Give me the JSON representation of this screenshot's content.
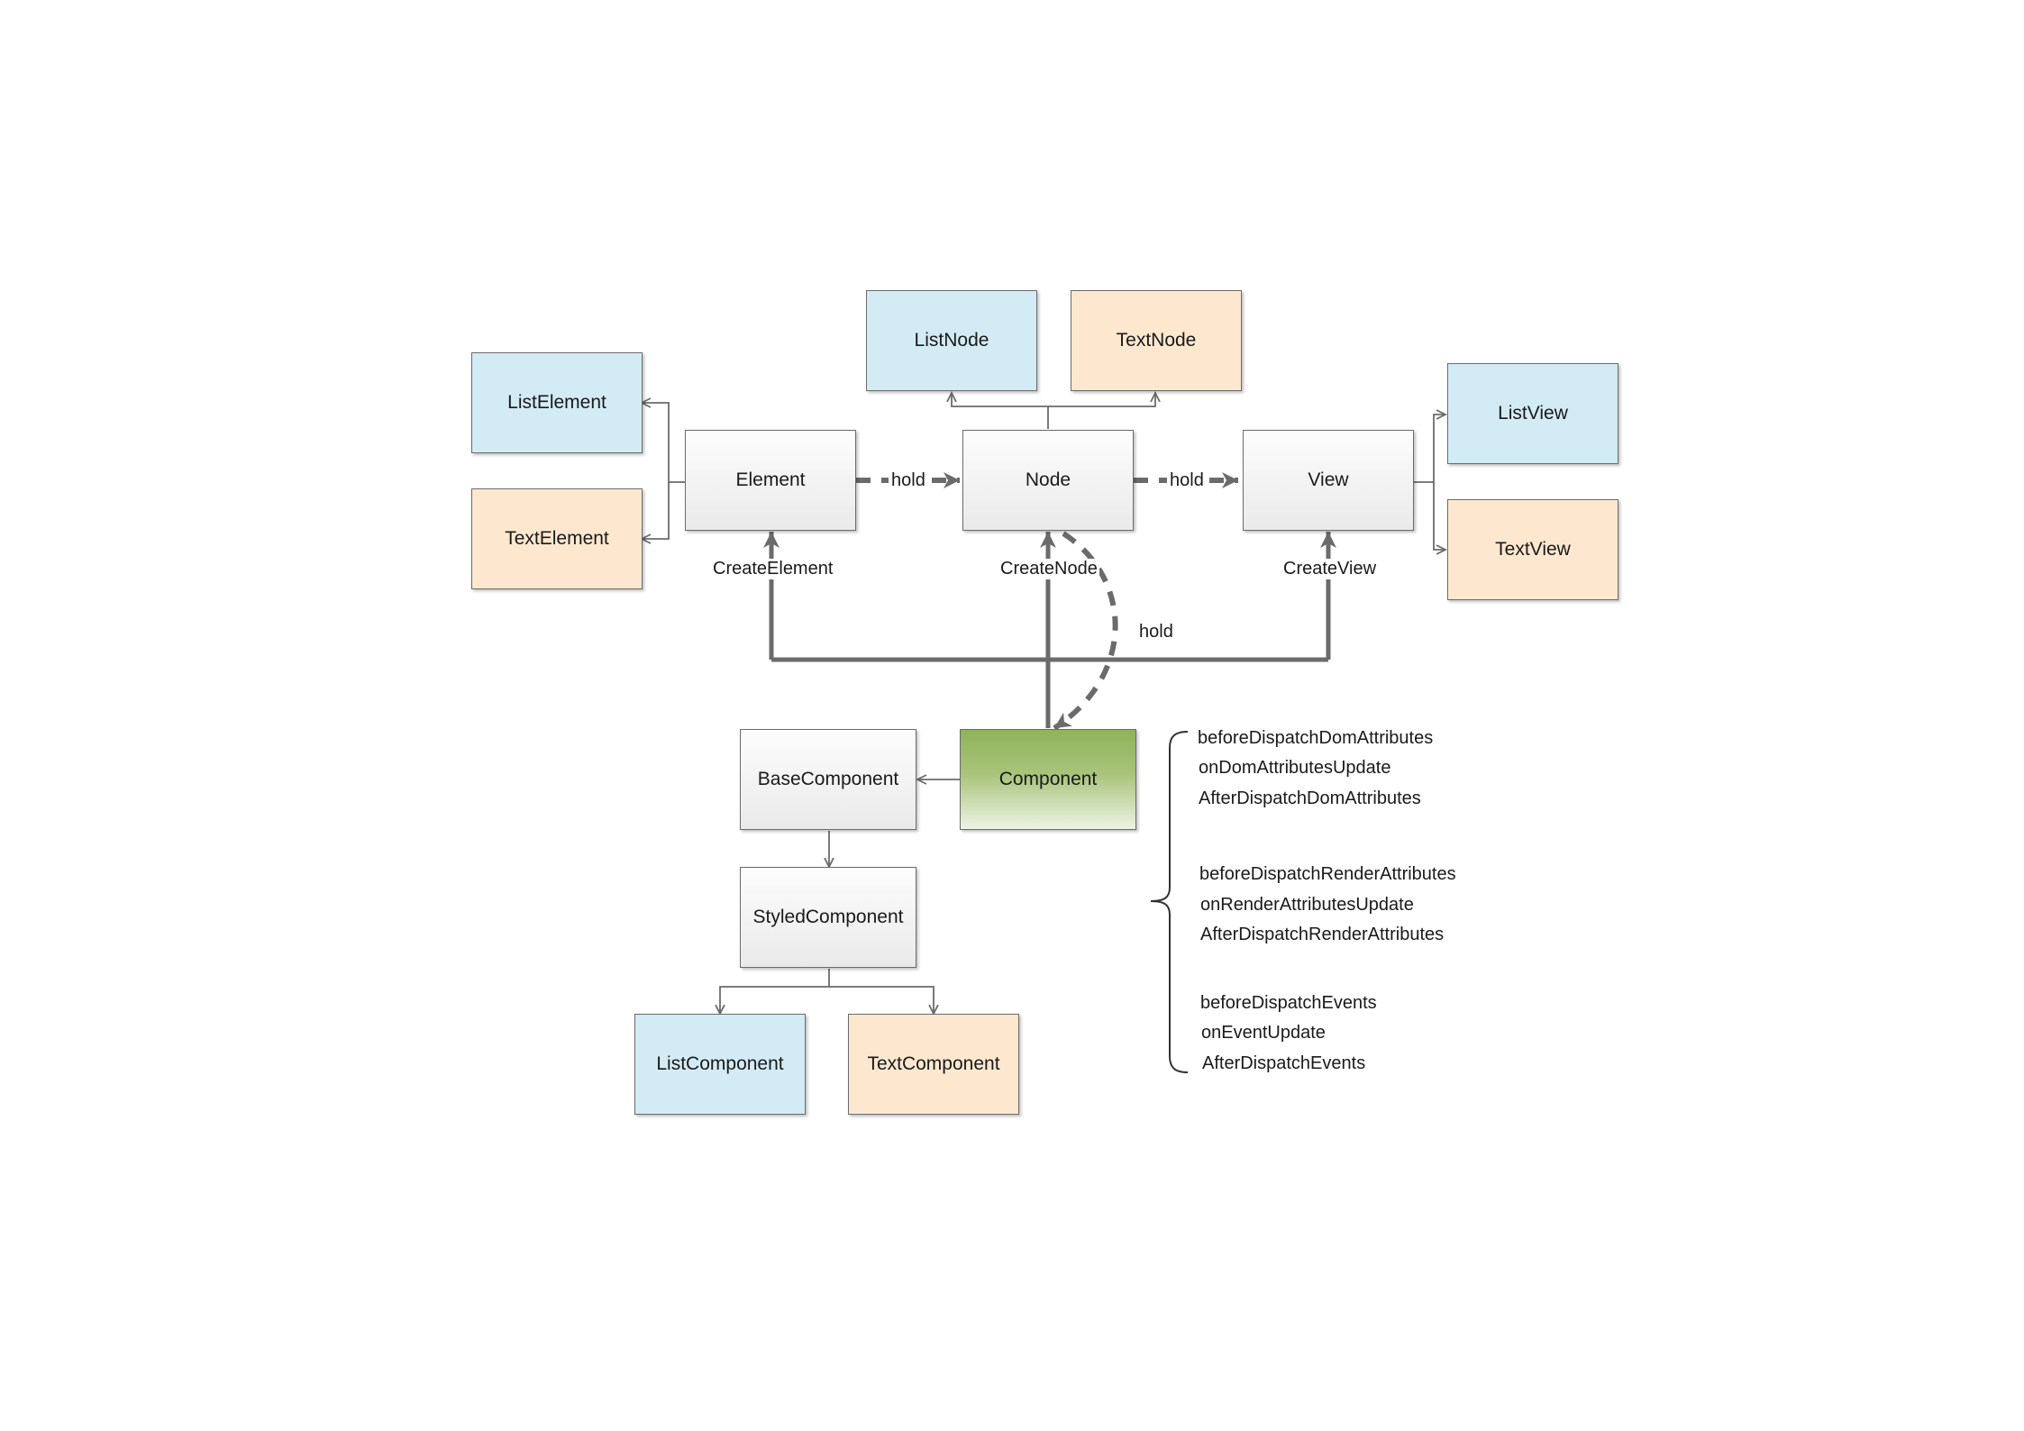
{
  "nodes": {
    "list_element": "ListElement",
    "text_element": "TextElement",
    "element": "Element",
    "list_node": "ListNode",
    "text_node": "TextNode",
    "node": "Node",
    "view": "View",
    "list_view": "ListView",
    "text_view": "TextView",
    "base_component": "BaseComponent",
    "component": "Component",
    "styled_component": "StyledComponent",
    "list_component": "ListComponent",
    "text_component": "TextComponent"
  },
  "edges": {
    "hold_element_node": "hold",
    "hold_node_view": "hold",
    "hold_component_node": "hold",
    "create_element": "CreateElement",
    "create_node": "CreateNode",
    "create_view": "CreateView"
  },
  "callbacks": {
    "dom": [
      "beforeDispatchDomAttributes",
      "onDomAttributesUpdate",
      "AfterDispatchDomAttributes"
    ],
    "render": [
      "beforeDispatchRenderAttributes",
      "onRenderAttributesUpdate",
      "AfterDispatchRenderAttributes"
    ],
    "events": [
      "beforeDispatchEvents",
      "onEventUpdate",
      "AfterDispatchEvents"
    ]
  },
  "colors": {
    "blue_fill": "#d3ebf5",
    "orange_fill": "#fde8cf",
    "gray_fill": "#f2f2f2",
    "green_fill": "#8fb35a",
    "line": "#6b6b6b"
  }
}
